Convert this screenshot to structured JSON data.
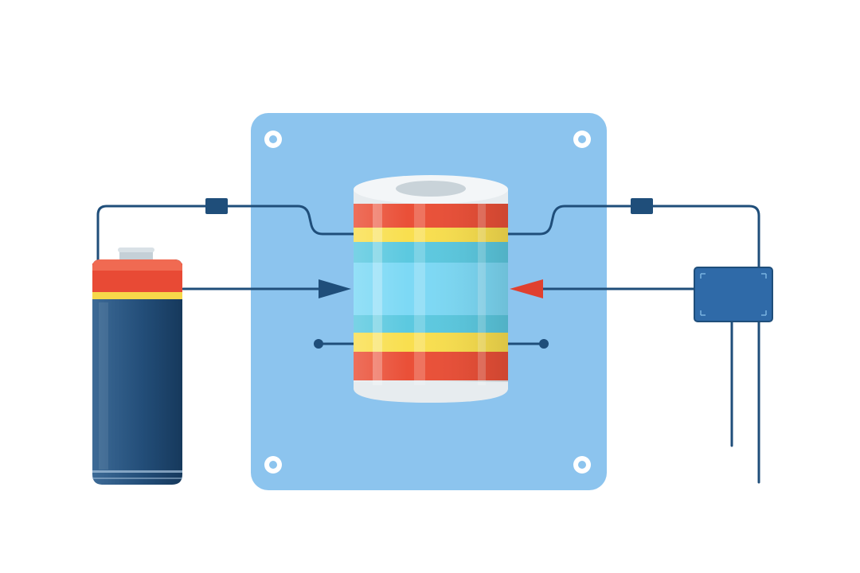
{
  "diagram": {
    "components": [
      {
        "id": "battery",
        "icon": "battery-icon"
      },
      {
        "id": "panel",
        "icon": "mounting-plate-icon"
      },
      {
        "id": "coil",
        "icon": "coil-cylinder-icon"
      },
      {
        "id": "module",
        "icon": "output-module-icon"
      }
    ],
    "colors": {
      "background": "#ffffff",
      "panel": "#8cc4ee",
      "wire": "#1f4e7a",
      "battery_body": "#234e79",
      "battery_band_red": "#e84a35",
      "battery_band_yellow": "#f7d84a",
      "battery_cap": "#c5d0d7",
      "coil_red": "#ea5038",
      "coil_yellow": "#f9df4f",
      "coil_cyan": "#5cc9e0",
      "coil_light": "#7dd9f5",
      "coil_top": "#e7ecef",
      "module": "#2f6aa8",
      "arrow_dark": "#1f4e7a",
      "arrow_red": "#e0402f"
    }
  }
}
